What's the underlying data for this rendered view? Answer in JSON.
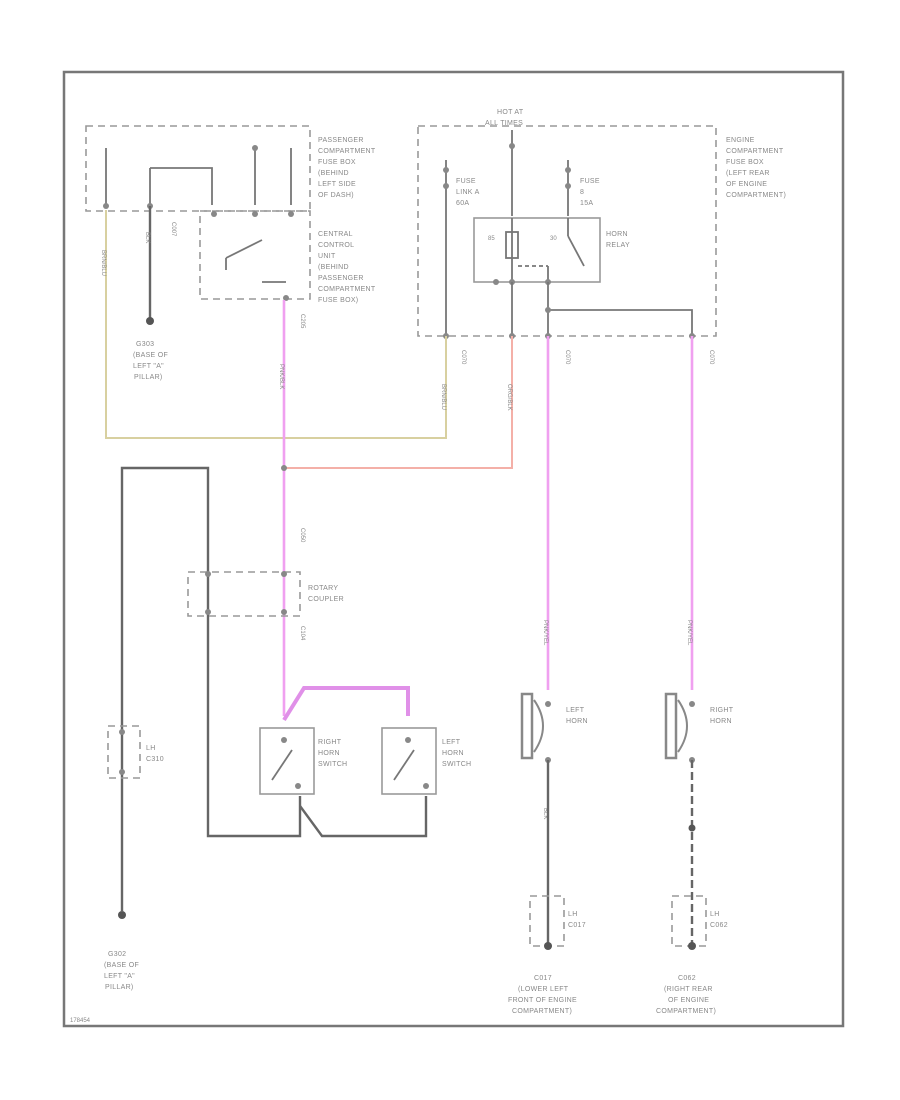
{
  "labels": {
    "passenger_fuse_box": [
      "PASSENGER",
      "COMPARTMENT",
      "FUSE BOX",
      "(BEHIND",
      "LEFT SIDE",
      "OF DASH)"
    ],
    "central_control_unit": [
      "CENTRAL",
      "CONTROL",
      "UNIT",
      "(BEHIND",
      "PASSENGER",
      "COMPARTMENT",
      "FUSE BOX)"
    ],
    "hot_at_all_times": [
      "HOT AT",
      "ALL TIMES"
    ],
    "engine_fuse_box": [
      "ENGINE",
      "COMPARTMENT",
      "FUSE BOX",
      "(LEFT REAR",
      "OF ENGINE",
      "COMPARTMENT)"
    ],
    "fuse_link": [
      "FUSE",
      "LINK A",
      "60A"
    ],
    "fuse_b": [
      "FUSE",
      "8",
      "15A"
    ],
    "horn_relay": [
      "HORN",
      "RELAY"
    ],
    "ground_g303": [
      "G303",
      "(BASE OF",
      "LEFT \"A\"",
      "PILLAR)"
    ],
    "rotary_coupler": [
      "ROTARY",
      "COUPLER"
    ],
    "right_horn_switch": [
      "RIGHT",
      "HORN",
      "SWITCH"
    ],
    "left_horn_switch": [
      "LEFT",
      "HORN",
      "SWITCH"
    ],
    "left_horn": [
      "LEFT",
      "HORN"
    ],
    "right_horn": [
      "RIGHT",
      "HORN"
    ],
    "lh_c310": [
      "LH",
      "C310"
    ],
    "lh_c017": [
      "LH",
      "C017"
    ],
    "lh_c062": [
      "LH",
      "C062"
    ],
    "ground_g302": [
      "G302",
      "(BASE OF",
      "LEFT \"A\"",
      "PILLAR)"
    ],
    "ground_g017": [
      "C017",
      "(LOWER LEFT",
      "FRONT OF ENGINE",
      "COMPARTMENT)"
    ],
    "ground_g062": [
      "C062",
      "(RIGHT REAR",
      "OF ENGINE",
      "COMPARTMENT)"
    ],
    "corner_code": "178454"
  },
  "wire_labels": {
    "brn_left": "BRN/BLU",
    "blk_g303": "BLK",
    "c007": "C007",
    "c205": "C205",
    "c070a": "C070",
    "c070b": "C070",
    "c070c": "C070",
    "pnk_main": "PNK/BLK",
    "org_center": "ORG/BLK",
    "brn_center": "BRN/BLU",
    "pnk_left_horn": "PNK/YEL",
    "pnk_right_horn": "PNK/YEL",
    "c050": "C050",
    "c104": "C104",
    "blk_horns": "BLK"
  },
  "colors": {
    "wire_pink": "#f0a0f0",
    "wire_tan": "#d8d0a0",
    "wire_orange": "#f4b0a8",
    "wire_gray": "#777777"
  }
}
